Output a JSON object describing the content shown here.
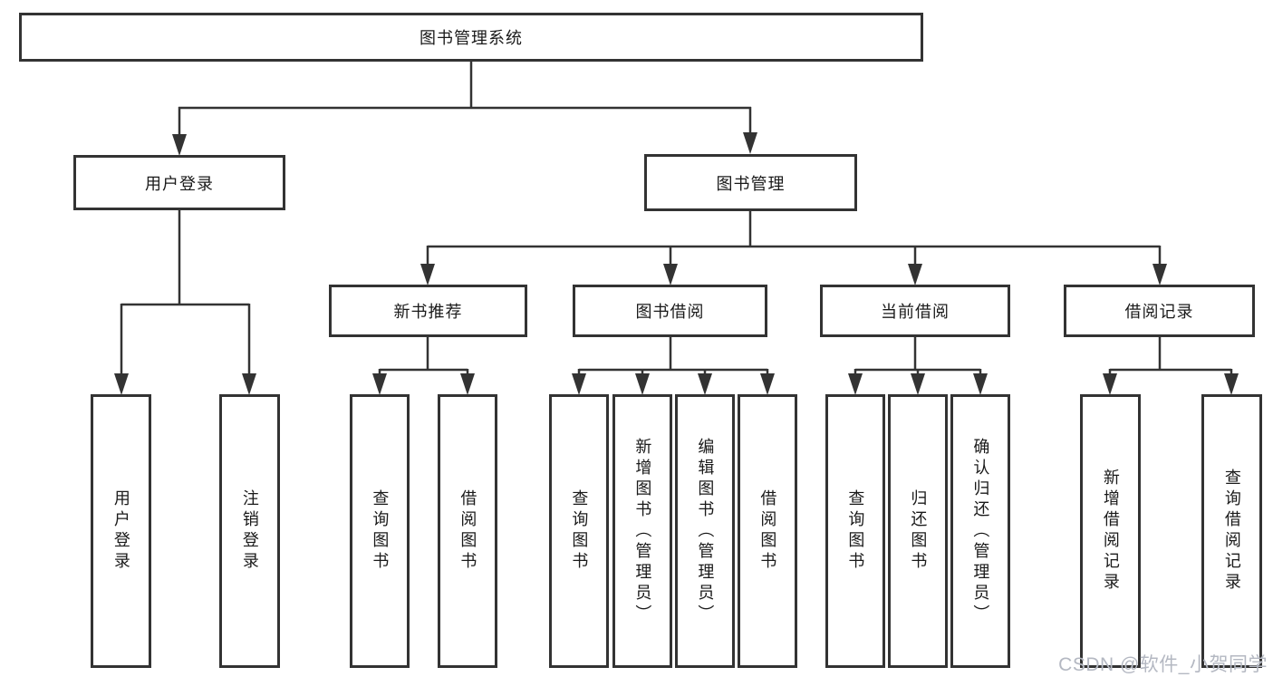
{
  "diagram": {
    "root": {
      "label": "图书管理系统"
    },
    "branches": [
      {
        "label": "用户登录",
        "children": [
          {
            "label": "用户登录"
          },
          {
            "label": "注销登录"
          }
        ]
      },
      {
        "label": "图书管理",
        "children": [
          {
            "label": "新书推荐",
            "children": [
              {
                "label": "查询图书"
              },
              {
                "label": "借阅图书"
              }
            ]
          },
          {
            "label": "图书借阅",
            "children": [
              {
                "label": "查询图书"
              },
              {
                "label": "新增图书（管理员）"
              },
              {
                "label": "编辑图书（管理员）"
              },
              {
                "label": "借阅图书"
              }
            ]
          },
          {
            "label": "当前借阅",
            "children": [
              {
                "label": "查询图书"
              },
              {
                "label": "归还图书"
              },
              {
                "label": "确认归还（管理员）"
              }
            ]
          },
          {
            "label": "借阅记录",
            "children": [
              {
                "label": "新增借阅记录"
              },
              {
                "label": "查询借阅记录"
              }
            ]
          }
        ]
      }
    ]
  },
  "watermark": {
    "text": "CSDN @软件_小贺同学"
  },
  "colors": {
    "line": "#333333",
    "box_border": "#333333",
    "text": "#1a1a1a",
    "watermark": "#b4b8c2",
    "background": "#ffffff"
  }
}
